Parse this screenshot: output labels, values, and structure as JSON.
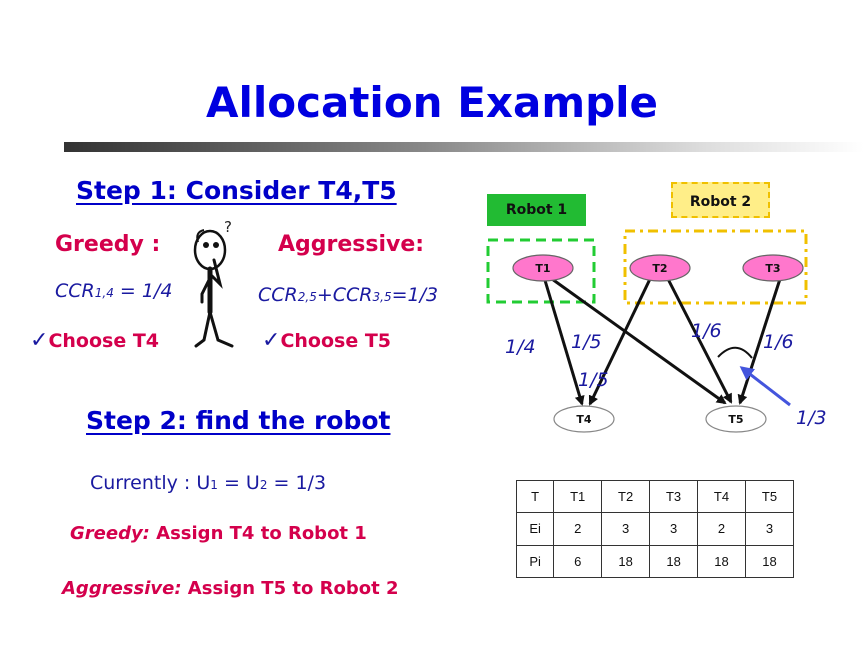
{
  "title": "Allocation Example",
  "step1": {
    "heading": "Step 1: Consider T4,T5",
    "greedy": {
      "label": "Greedy :",
      "ccr_prefix": "CCR",
      "ccr_sub": "1,4",
      "ccr_rest": " = 1/4",
      "choose": "Choose T4"
    },
    "aggressive": {
      "label": "Aggressive:",
      "ccr_a": "CCR",
      "ccr_a_sub": "2,5",
      "ccr_b": "+CCR",
      "ccr_b_sub": "3,5",
      "ccr_rest": "=1/3",
      "choose": "Choose T5"
    },
    "question_mark": "?"
  },
  "step2": {
    "heading": "Step 2: find the robot",
    "currently_a": "Currently : U",
    "currently_sub1": "1",
    "currently_b": " = U",
    "currently_sub2": "2",
    "currently_c": " = 1/3",
    "greedy_label": "Greedy:",
    "greedy_text": " Assign T4 to Robot 1",
    "aggressive_label": "Aggressive:",
    "aggressive_text": " Assign T5 to Robot 2"
  },
  "robots": {
    "robot1": "Robot 1",
    "robot2": "Robot 2"
  },
  "nodes": {
    "T1": "T1",
    "T2": "T2",
    "T3": "T3",
    "T4": "T4",
    "T5": "T5"
  },
  "edge_labels": {
    "t1_t4": "1/4",
    "t1_t5": "1/5",
    "t2_t4": "1/5",
    "t2_t5": "1/6",
    "t3_t5": "1/6",
    "combined": "1/3"
  },
  "colors": {
    "title": "#0000e0",
    "node_fill": "#ff77cc",
    "robot1_border": "#22cc33",
    "robot2_border": "#f0c000",
    "arrow_blue": "#4455dd"
  },
  "table": {
    "rows": [
      [
        "T",
        "T1",
        "T2",
        "T3",
        "T4",
        "T5"
      ],
      [
        "Ei",
        "2",
        "3",
        "3",
        "2",
        "3"
      ],
      [
        "Pi",
        "6",
        "18",
        "18",
        "18",
        "18"
      ]
    ]
  }
}
